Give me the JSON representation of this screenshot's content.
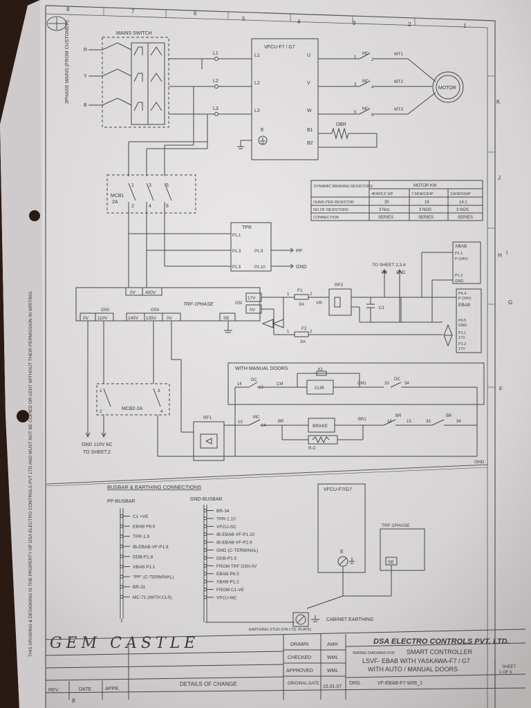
{
  "border": {
    "top_nums": [
      "8",
      "7",
      "6",
      "5",
      "4",
      "3",
      "2",
      "1"
    ],
    "right_letters": [
      "K",
      "J",
      "I",
      "H",
      "G",
      "F"
    ]
  },
  "supply": {
    "label": "3PHASE MAINS (FROM CUSTOMER)",
    "phases": [
      "R",
      "Y",
      "B"
    ]
  },
  "mains_switch": "MAINS SWITCH",
  "lines": [
    "L1",
    "L2",
    "L3"
  ],
  "vfcu_label": "VFCU-F7 / G7",
  "vfcu_terms": [
    "L1",
    "L2",
    "L3",
    "E",
    "U",
    "V",
    "W",
    "B1",
    "B2"
  ],
  "mc_top": [
    "MC",
    "MC",
    "MC"
  ],
  "mc_nums": [
    "1",
    "2",
    "3",
    "4",
    "5",
    "6"
  ],
  "motor_terms": [
    "MT1",
    "MT2",
    "MT3"
  ],
  "motor": "MOTOR",
  "dbr": "DBR",
  "mcb1": {
    "name": "MCB1",
    "rating": "2A",
    "pins": [
      "1",
      "3",
      "5",
      "2",
      "4",
      "6"
    ]
  },
  "braking_table": {
    "header_left": "DYNAMIC BRAKING RESISTORS",
    "header_right": "MOTOR KW",
    "cols": [
      "4KW/5.5' HP",
      "7.5KW/10HP",
      "11KW/15HP"
    ],
    "rows": [
      {
        "label": "OHMS PER RESISTOR",
        "vals": [
          "30",
          "18",
          "14.1"
        ]
      },
      {
        "label": "NO OF RESISTORS",
        "vals": [
          "3 Nos",
          "3 NOS",
          "3 NOS"
        ]
      },
      {
        "label": "CONNECTION",
        "vals": [
          "SERIES",
          "SERIES",
          "SERIES"
        ]
      }
    ]
  },
  "tpr": {
    "name": "TPR",
    "pins": [
      "P1.1",
      "P1.3",
      "P1.9",
      "P1.5",
      "P1.10"
    ],
    "pp": "PP",
    "gnd": "GND"
  },
  "trf": {
    "name": "TRF-1PHASE",
    "in": [
      "0V",
      "400V"
    ],
    "osii": "OSII",
    "osi": "OSI",
    "out_left": [
      "0V",
      "110V"
    ],
    "out_mid": [
      "145V",
      "135V",
      "0V"
    ],
    "se": "SE",
    "osi_taps": [
      "17V",
      "0V"
    ]
  },
  "to_sheet": "TO SHEET 2,3,4",
  "pp": "PP",
  "gnd": "GND",
  "f1": {
    "name": "F1",
    "rating": "3A",
    "pins": [
      "1",
      "2"
    ]
  },
  "f2": {
    "name": "F2",
    "rating": "3A",
    "pins": [
      "1",
      "2"
    ]
  },
  "rf2": "RF2",
  "vr": "VR",
  "c1": "C1",
  "xbab": {
    "name": "XBAB",
    "lines": [
      "P1.1",
      "P (24V)",
      "P1.2",
      "GND"
    ]
  },
  "ebab": {
    "name": "EBAB",
    "lines": [
      "P6.4",
      "P (24V)",
      "P6.5",
      "GND",
      "P1.1",
      "17V",
      "P1.2",
      "17V"
    ]
  },
  "manual": {
    "title": "WITH MANUAL DOORS",
    "row1": [
      "14",
      "DC",
      "13",
      "CM",
      "K1",
      "CUR",
      "CM1",
      "33",
      "DC",
      "34"
    ],
    "row2": [
      "13",
      "MC",
      "14",
      "BR",
      "BRAKE",
      "BR1",
      "14",
      "BR",
      "13",
      "33",
      "BR",
      "34"
    ],
    "rc": "R-C",
    "rf1": "RF1",
    "gnd": "GND"
  },
  "mcb2": {
    "name": "MCB2-2A",
    "pins": [
      "1",
      "3",
      "2",
      "4"
    ]
  },
  "gnd110": "GND 110V AC",
  "to_sheet2": "TO SHEET.2",
  "busbar_title": "BUSBAR & EARTHING CONNECTIONS",
  "pp_busbar": {
    "title": "PP-BUSBAR",
    "items": [
      "C1 +VE",
      "EBAB P6.5",
      "TPR-1.9",
      "IB-EBAB-VF-P1.8",
      "DDB-P1.8",
      "XBAB P1.1",
      "\"PP\" (C-TERMINAL)",
      "BR-31",
      "MC-71 (WITH CLS)"
    ]
  },
  "gnd_busbar": {
    "title": "GND-BUSBAR",
    "items": [
      "BR-34",
      "TPR-1.10",
      "VFCU-SC",
      "IB-EBAB-VF-P1.10",
      "IB-EBAB-VF-P2.9",
      "GND (C-TERMINAL)",
      "DDB-P1.5",
      "FROM TRF OSII-0V",
      "EBAB-P6.5",
      "XBAB-P1.2",
      "FROM C1-VE",
      "VFCU-M2"
    ]
  },
  "vfcu_box": {
    "label": "VFCU-F7/G7",
    "e": "E"
  },
  "trf_box": {
    "label": "TRF-1PHASE",
    "se": "SE"
  },
  "earthing_stud": "EARTHING STUD (ON LTG. PLATE)",
  "cabinet_earthing": "CABINET EARTHING",
  "side_note": "THIS DRAWING & DESIGNING IS THE PROPERTY OF DSA ELECTRO CONTROLS PVT LTD AND MUST NOT BE COPIED OR LENT WITHOUT THEIR PERMISSION IN WRITING.",
  "handwritten": "GEM CASTLE",
  "title_block": {
    "company": "DSA ELECTRO CONTROLS PVT. LTD.",
    "drawn": "DRAWN",
    "drawn_by": "AMH",
    "checked": "CHECKED",
    "checked_by": "WML",
    "approved": "APPROVED",
    "approved_by": "WML",
    "original_date": "ORIGINAL DATE",
    "date": "15.01.07",
    "wiring_label": "WIRING DIAGRAM FOR",
    "title_main": "SMART CONTROLLER",
    "title_line2": "LSVF- EBAB WITH YASKAWA-F7 / G7",
    "title_line3": "WITH AUTO / MANUAL DOORS",
    "drg": "DRG.",
    "drg_no": "VF-EBAB-F7-W06_1",
    "sheet_label": "SHEET",
    "sheet": "1 OF 6",
    "rev": "REV.",
    "date_col": "DATE",
    "appr": "APPR.",
    "details": "DETAILS OF CHANGE",
    "rev_num": "8"
  }
}
